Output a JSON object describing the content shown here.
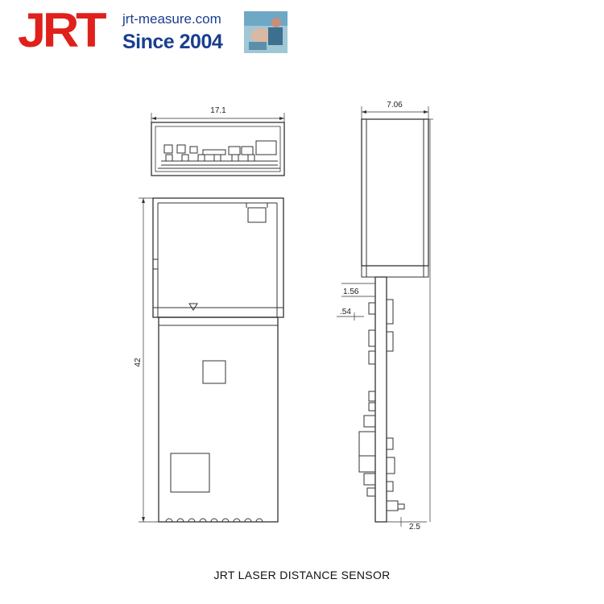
{
  "header": {
    "logo_text": "JRT",
    "url": "jrt-measure.com",
    "since": "Since 2004"
  },
  "dimensions": {
    "top_width": "17.1",
    "side_width": "7.06",
    "height": "42",
    "d1": "1.56",
    "d2": ".54",
    "bottom_offset": "2.5"
  },
  "caption": "JRT LASER DISTANCE SENSOR",
  "colors": {
    "brand_red": "#e0201b",
    "brand_blue": "#1a3f8f",
    "line": "#333333"
  }
}
